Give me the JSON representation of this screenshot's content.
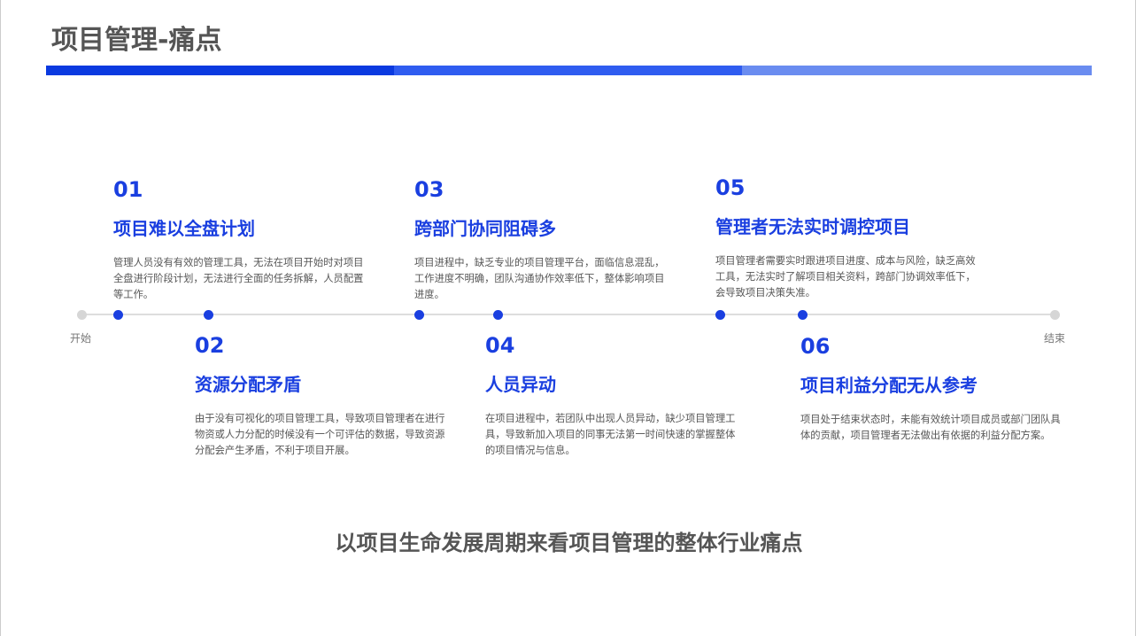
{
  "title": "项目管理-痛点",
  "colors": {
    "accent": "#1a3fe0",
    "bar": [
      "#0a3ae0",
      "#2f5cf0",
      "#6a8cf0"
    ]
  },
  "timeline": {
    "start": "开始",
    "end": "结束"
  },
  "items": [
    {
      "num": "01",
      "title": "项目难以全盘计划",
      "desc": "管理人员没有有效的管理工具，无法在项目开始时对项目全盘进行阶段计划，无法进行全面的任务拆解，人员配置等工作。"
    },
    {
      "num": "02",
      "title": "资源分配矛盾",
      "desc": "由于没有可视化的项目管理工具，导致项目管理者在进行物资或人力分配的时候没有一个可评估的数据，导致资源分配会产生矛盾，不利于项目开展。"
    },
    {
      "num": "03",
      "title": "跨部门协同阻碍多",
      "desc": "项目进程中，缺乏专业的项目管理平台，面临信息混乱，工作进度不明确，团队沟通协作效率低下，整体影响项目进度。"
    },
    {
      "num": "04",
      "title": "人员异动",
      "desc": "在项目进程中，若团队中出现人员异动，缺少项目管理工具，导致新加入项目的同事无法第一时间快速的掌握整体的项目情况与信息。"
    },
    {
      "num": "05",
      "title": "管理者无法实时调控项目",
      "desc": "项目管理者需要实时跟进项目进度、成本与风险，缺乏高效工具，无法实时了解项目相关资料，跨部门协调效率低下，会导致项目决策失准。"
    },
    {
      "num": "06",
      "title": "项目利益分配无从参考",
      "desc": "项目处于结束状态时，未能有效统计项目成员或部门团队具体的贡献，项目管理者无法做出有依据的利益分配方案。"
    }
  ],
  "footer": "以项目生命发展周期来看项目管理的整体行业痛点"
}
